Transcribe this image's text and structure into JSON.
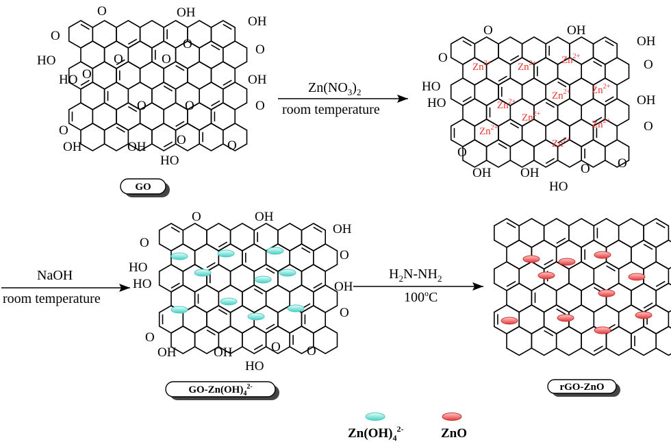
{
  "structures": {
    "go": {
      "labels": {
        "o_top": "O",
        "oh_top": "OH",
        "cooh_left": "O",
        "ho_left": "HO",
        "ho_side": "HO",
        "cooh_right1_o": "O",
        "cooh_right1_oh": "OH",
        "cooh_right2_o": "O",
        "cooh_right2_oh": "OH",
        "o_epox1": "O",
        "o_epox2": "O",
        "o_epox3": "O",
        "o_epox4": "O",
        "o_epox5": "O",
        "o_epox6": "O",
        "bottom_o1": "O",
        "bottom_oh1": "OH",
        "bottom_oh2": "OH",
        "bottom_ho": "HO",
        "bottom_o2": "O",
        "bottom_o3": "O"
      }
    },
    "go_zn": {
      "zn_ions": [
        "Zn2+",
        "Zn2+",
        "Zn2+",
        "Zn2+",
        "Zn2+",
        "Zn2+",
        "Zn2+",
        "Zn2+",
        "Zn2+",
        "Zn2+"
      ]
    }
  },
  "steps": {
    "step1": {
      "reagent_base": "Zn(NO",
      "reagent_sub": "3",
      "reagent_close": ")",
      "reagent_sub2": "2",
      "condition": "room temperature"
    },
    "step2": {
      "reagent": "NaOH",
      "condition": "room temperature"
    },
    "step3": {
      "reagent_a": "H",
      "reagent_a_sub": "2",
      "reagent_b": "N-NH",
      "reagent_b_sub": "2",
      "condition_num": "100",
      "condition_sup": "o",
      "condition_unit": "C"
    }
  },
  "captions": {
    "go": "GO",
    "go_zn_base": "GO-Zn(OH)",
    "go_zn_sub": "4",
    "go_zn_sup": "2-",
    "rgo": "rGO-ZnO"
  },
  "legend": {
    "zn_oh_base": "Zn(OH)",
    "zn_oh_sub": "4",
    "zn_oh_sup": "2-",
    "zno": "ZnO",
    "colors": {
      "zn_oh": "#5fd9cf",
      "zno": "#e84a4a"
    }
  },
  "colors": {
    "zn_text": "#e8322c",
    "ink": "#000000"
  }
}
